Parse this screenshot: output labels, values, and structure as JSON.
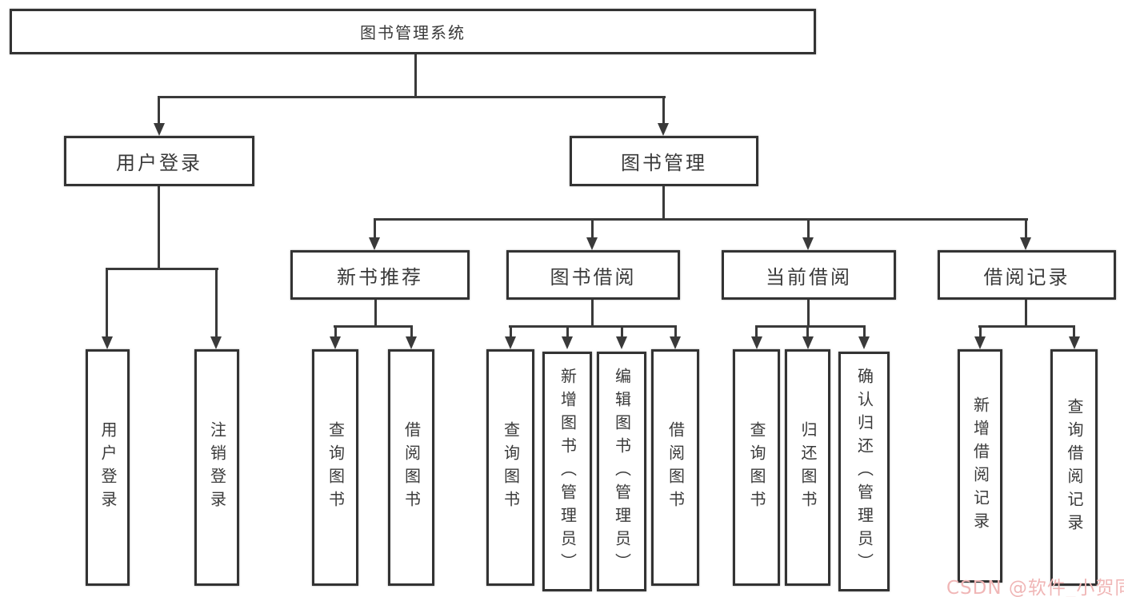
{
  "colors": {
    "line": "#3a3a3a",
    "box_border": "#333333",
    "text": "#3a3a3a",
    "watermark": "#f0b6b6",
    "background": "#ffffff"
  },
  "watermark": {
    "text": "CSDN @软件_小贺同学"
  },
  "nodes": {
    "root": {
      "label": "图书管理系统"
    },
    "user_login": {
      "label": "用户登录"
    },
    "book_mgmt": {
      "label": "图书管理"
    },
    "new_book_rec": {
      "label": "新书推荐"
    },
    "book_borrow": {
      "label": "图书借阅"
    },
    "current_borrow": {
      "label": "当前借阅"
    },
    "borrow_record": {
      "label": "借阅记录"
    },
    "leaf_user_login": {
      "label": "用户登录"
    },
    "leaf_logout": {
      "label": "注销登录"
    },
    "leaf_nbr_query": {
      "label": "查询图书"
    },
    "leaf_nbr_borrow": {
      "label": "借阅图书"
    },
    "leaf_bb_query": {
      "label": "查询图书"
    },
    "leaf_bb_add": {
      "label": "新增图书（管理员）"
    },
    "leaf_bb_edit": {
      "label": "编辑图书（管理员）"
    },
    "leaf_bb_borrow": {
      "label": "借阅图书"
    },
    "leaf_cb_query": {
      "label": "查询图书"
    },
    "leaf_cb_return": {
      "label": "归还图书"
    },
    "leaf_cb_confirm": {
      "label": "确认归还（管理员）"
    },
    "leaf_br_add": {
      "label": "新增借阅记录"
    },
    "leaf_br_query": {
      "label": "查询借阅记录"
    }
  },
  "hierarchy": {
    "label": "图书管理系统",
    "children": [
      {
        "label": "用户登录",
        "children": [
          {
            "label": "用户登录"
          },
          {
            "label": "注销登录"
          }
        ]
      },
      {
        "label": "图书管理",
        "children": [
          {
            "label": "新书推荐",
            "children": [
              {
                "label": "查询图书"
              },
              {
                "label": "借阅图书"
              }
            ]
          },
          {
            "label": "图书借阅",
            "children": [
              {
                "label": "查询图书"
              },
              {
                "label": "新增图书（管理员）"
              },
              {
                "label": "编辑图书（管理员）"
              },
              {
                "label": "借阅图书"
              }
            ]
          },
          {
            "label": "当前借阅",
            "children": [
              {
                "label": "查询图书"
              },
              {
                "label": "归还图书"
              },
              {
                "label": "确认归还（管理员）"
              }
            ]
          },
          {
            "label": "借阅记录",
            "children": [
              {
                "label": "新增借阅记录"
              },
              {
                "label": "查询借阅记录"
              }
            ]
          }
        ]
      }
    ]
  }
}
